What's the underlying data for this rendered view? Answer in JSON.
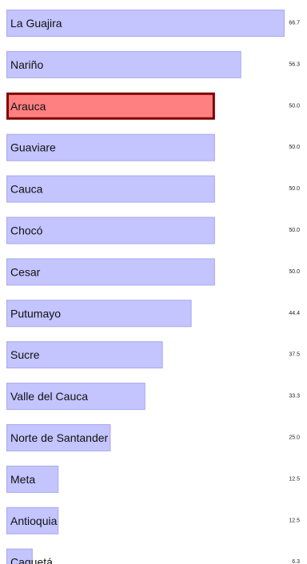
{
  "chart_data": {
    "type": "bar",
    "orientation": "horizontal",
    "title": "",
    "xlabel": "",
    "ylabel": "",
    "xlim": [
      0,
      66.7
    ],
    "grid": false,
    "legend": "none",
    "colors": {
      "bar": "#c4c4ff",
      "bar_border": "#a9a9f0",
      "highlight": "#ff8080",
      "highlight_border": "#800000"
    },
    "highlight_category": "Arauca",
    "categories": [
      "La Guajira",
      "Nariño",
      "Arauca",
      "Guaviare",
      "Cauca",
      "Chocó",
      "Cesar",
      "Putumayo",
      "Sucre",
      "Valle del Cauca",
      "Norte de Santander",
      "Meta",
      "Antioquia",
      "Caquetá"
    ],
    "values": [
      66.7,
      56.3,
      50.0,
      50.0,
      50.0,
      50.0,
      50.0,
      44.4,
      37.5,
      33.3,
      25.0,
      12.5,
      12.5,
      6.3
    ],
    "value_labels": [
      "66.7",
      "56.3",
      "50.0",
      "50.0",
      "50.0",
      "50.0",
      "50.0",
      "44.4",
      "37.5",
      "33.3",
      "25.0",
      "12.5",
      "12.5",
      "6.3"
    ]
  }
}
